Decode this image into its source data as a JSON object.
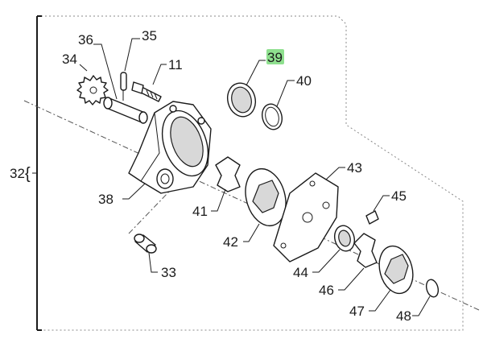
{
  "callouts": {
    "c32": "32",
    "c33": "33",
    "c34": "34",
    "c35": "35",
    "c36": "36",
    "c11": "11",
    "c38": "38",
    "c39": "39",
    "c40": "40",
    "c41": "41",
    "c42": "42",
    "c43": "43",
    "c44": "44",
    "c45": "45",
    "c46": "46",
    "c47": "47",
    "c48": "48"
  },
  "highlight": {
    "callout": "39",
    "color": "#8fe08f"
  },
  "group_brace": "{"
}
